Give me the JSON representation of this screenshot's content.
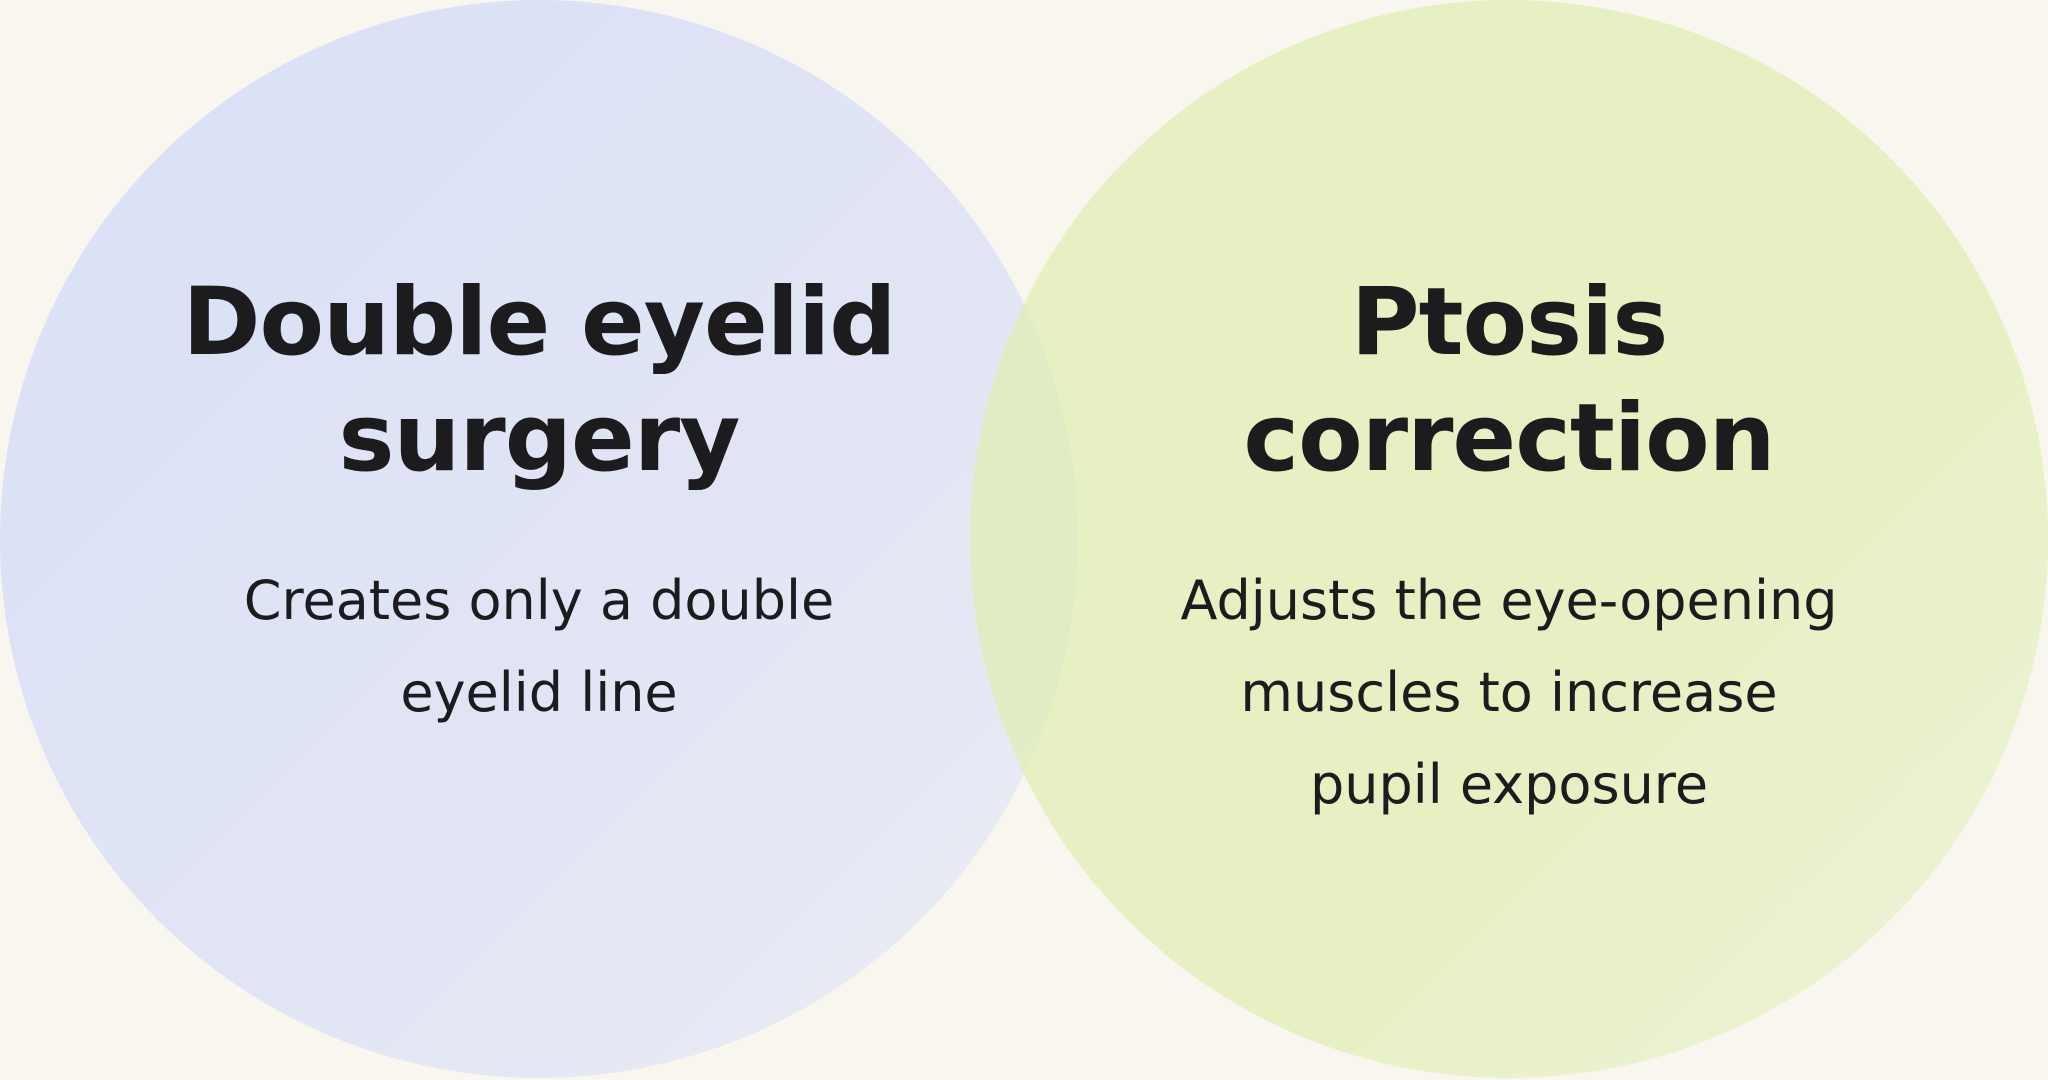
{
  "diagram": {
    "left": {
      "title_lines": [
        "Double eyelid",
        "surgery"
      ],
      "desc_lines": [
        "Creates only a double",
        "eyelid line"
      ],
      "color": "#dde2f6"
    },
    "right": {
      "title_lines": [
        "Ptosis",
        "correction"
      ],
      "desc_lines": [
        "Adjusts the eye-opening",
        "muscles to increase",
        "pupil exposure"
      ],
      "color": "#e1eebc"
    },
    "background": "#f8f6ee"
  }
}
